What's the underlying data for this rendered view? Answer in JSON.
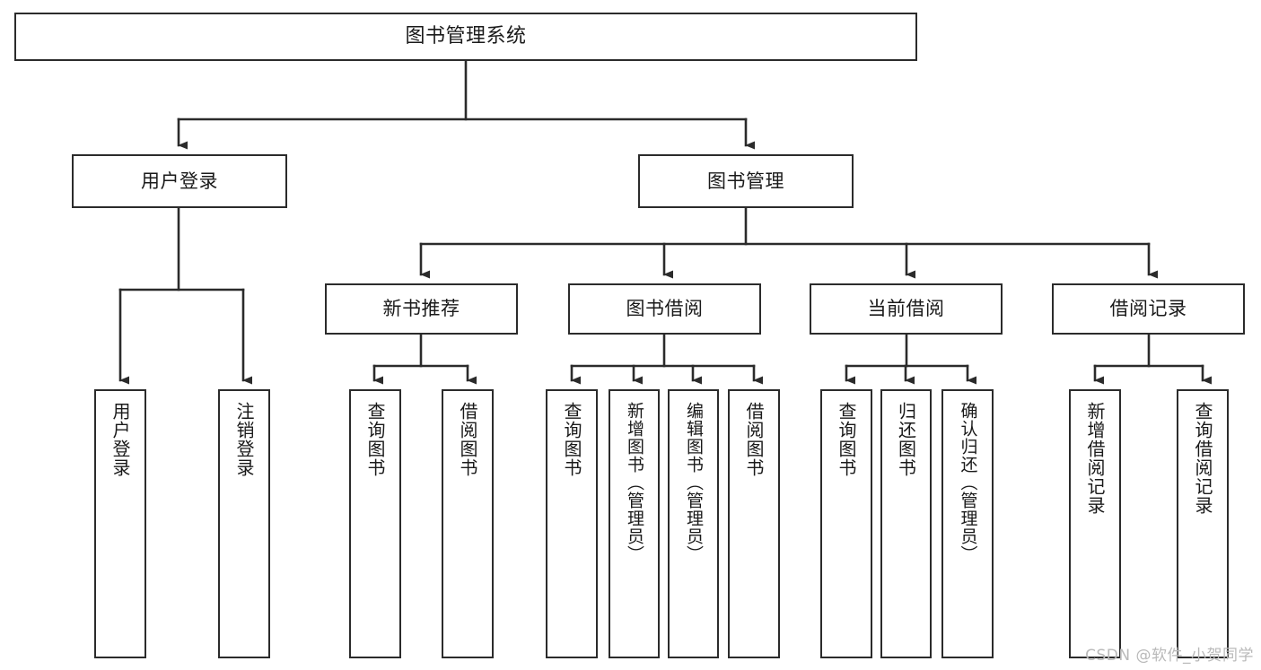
{
  "diagram": {
    "type": "tree",
    "title": "图书管理系统",
    "watermark": "CSDN @软件_小贺同学",
    "colors": {
      "background": "#ffffff",
      "stroke": "#2b2b2b",
      "text": "#1a1a1a",
      "watermark": "#b9b9b9"
    },
    "nodes": {
      "root": {
        "label": "图书管理系统"
      },
      "level2": [
        {
          "label": "用户登录"
        },
        {
          "label": "图书管理"
        }
      ],
      "level3": [
        {
          "label": "新书推荐"
        },
        {
          "label": "图书借阅"
        },
        {
          "label": "当前借阅"
        },
        {
          "label": "借阅记录"
        }
      ],
      "leaves": {
        "user_login": [
          {
            "label": "用户登录"
          },
          {
            "label": "注销登录"
          }
        ],
        "new_book_recommend": [
          {
            "label": "查询图书"
          },
          {
            "label": "借阅图书"
          }
        ],
        "book_borrow": [
          {
            "label": "查询图书"
          },
          {
            "label": "新增图书（管理员）"
          },
          {
            "label": "编辑图书（管理员）"
          },
          {
            "label": "借阅图书"
          }
        ],
        "current_borrow": [
          {
            "label": "查询图书"
          },
          {
            "label": "归还图书"
          },
          {
            "label": "确认归还（管理员）"
          }
        ],
        "borrow_record": [
          {
            "label": "新增借阅记录"
          },
          {
            "label": "查询借阅记录"
          }
        ]
      }
    }
  }
}
